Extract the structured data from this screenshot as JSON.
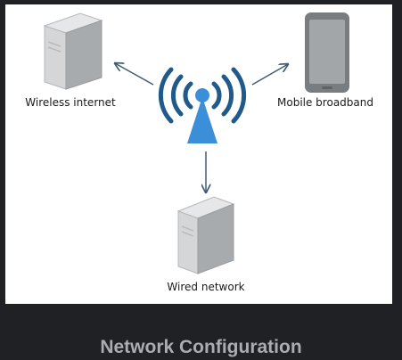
{
  "diagram": {
    "nodes": {
      "wireless_internet": {
        "label": "Wireless internet",
        "icon": "server-tower-icon"
      },
      "mobile_broadband": {
        "label": "Mobile broadband",
        "icon": "smartphone-icon"
      },
      "wired_network": {
        "label": "Wired network",
        "icon": "server-tower-icon"
      },
      "hub": {
        "icon": "wifi-antenna-icon"
      }
    },
    "edges": [
      {
        "from": "hub",
        "to": "wireless_internet"
      },
      {
        "from": "hub",
        "to": "mobile_broadband"
      },
      {
        "from": "hub",
        "to": "wired_network"
      }
    ],
    "colors": {
      "antenna": "#3b8fd9",
      "signal": "#1f5a8a",
      "arrow": "#3f5b72",
      "server_face": "#d4d6d8",
      "server_side": "#a8abae",
      "phone_body": "#7a7d80",
      "phone_screen": "#9fa2a5"
    }
  },
  "caption": "Network Configuration"
}
